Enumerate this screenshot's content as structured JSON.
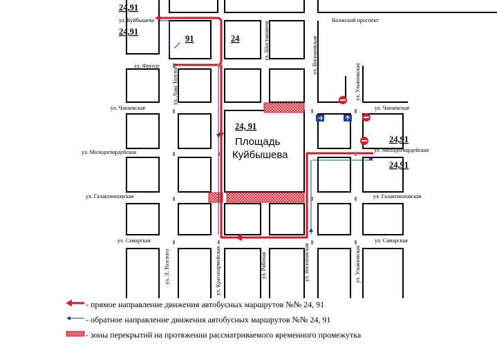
{
  "map": {
    "plaza_name": [
      "Площадь",
      "Куйбышева"
    ],
    "streets_horizontal": {
      "kuybysheva": "ул. Куйбышева",
      "volzhsky": "Волжский проспект",
      "frunze": "ул. Фрунзе",
      "chapaevskaya_left": "ул. Чапаевская",
      "chapaevskaya_right": "ул. Чапаевская",
      "molodogvard_left": "ул. Молодогвардейская",
      "molodogvard_right": "ул. Молодогвардейская",
      "galaktion_left": "ул. Галактионовская",
      "galaktion_right": "ул. Галактионовская",
      "samarskaya_left": "ул. Самарская",
      "samarskaya_right": "ул. Самарская"
    },
    "streets_vertical": {
      "tolstogo_top": "ул. Льва Толстого",
      "tolstogo_bottom": "ул. Л. Толстого",
      "shostakovicha": "ул. Шостаковича",
      "vilonovskaya_top": "ул. Вилоновская",
      "vilonovskaya_bottom": "ул. Вилоновская",
      "ulyanovskaya_top": "ул. Ульяновская",
      "ulyanovskaya_bottom": "ул. Ульяновская",
      "krasnoarmeyskaya": "ул. Красноармейская",
      "rabochaya": "ул. Рабочая"
    },
    "route_labels": {
      "top_left_1": "24,91",
      "top_left_2": "24,91",
      "route_91": "91",
      "route_24": "24",
      "center": "24, 91",
      "right_1": "24,91",
      "right_2": "24,91"
    },
    "colors": {
      "route_direct": "#d7192a",
      "route_reverse": "#1f3f97",
      "closure_zone": "#d7192a",
      "blocks": "#000000"
    }
  },
  "legend": [
    {
      "icon": "red-arrow-icon",
      "text": "- прямое направление движения автобусных маршрутов №№ 24, 91"
    },
    {
      "icon": "blue-arrow-icon",
      "text": "- обратное направление движения автобусных маршрутов №№ 24, 91"
    },
    {
      "icon": "closure-zone-icon",
      "text": "- зоны перекрытий на протяжении рассматриваемого временного промежутка"
    }
  ]
}
